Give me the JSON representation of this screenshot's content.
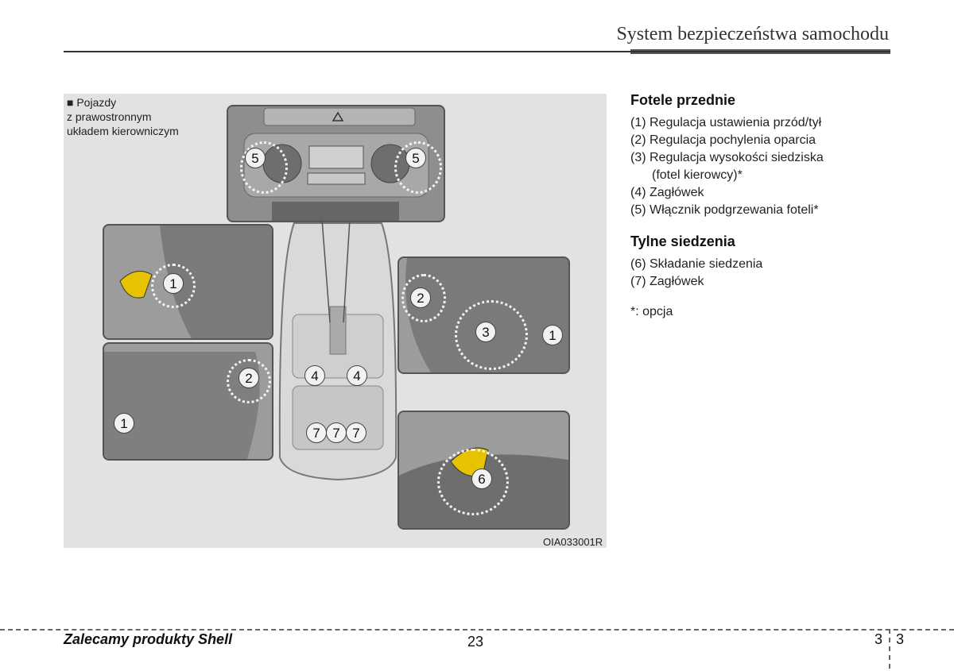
{
  "header": {
    "title": "System bezpieczeństwa samochodu"
  },
  "figure": {
    "note_lines": [
      "■ Pojazdy",
      "z prawostronnym",
      "układem kierowniczym"
    ],
    "code": "OIA033001R",
    "callouts": {
      "c1": "1",
      "c2": "2",
      "c3": "3",
      "c4": "4",
      "c5": "5",
      "c6": "6",
      "c7": "7"
    }
  },
  "front_seats": {
    "title": "Fotele przednie",
    "items": [
      "(1) Regulacja ustawienia przód/tył",
      "(2) Regulacja pochylenia oparcia",
      "(3) Regulacja wysokości siedziska",
      "(fotel kierowcy)*",
      "(4) Zagłówek",
      "(5) Włącznik podgrzewania foteli*"
    ]
  },
  "rear_seats": {
    "title": "Tylne siedzenia",
    "items": [
      "(6) Składanie siedzenia",
      "(7) Zagłówek"
    ]
  },
  "option_note": "*: opcja",
  "footer": {
    "brand": "Zalecamy produkty Shell",
    "page": "23",
    "chapter": "3",
    "chapter_page": "3"
  }
}
